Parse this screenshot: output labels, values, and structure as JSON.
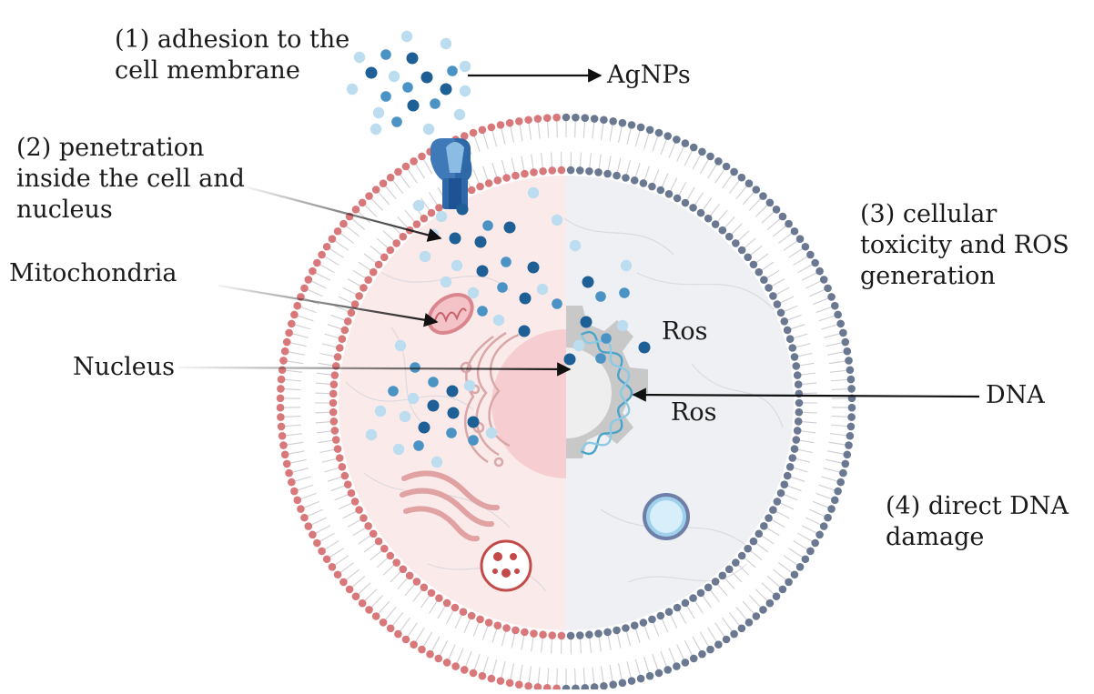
{
  "labels": {
    "adhesion": [
      "(1) adhesion to the",
      "cell membrane"
    ],
    "agnps": "AgNPs",
    "penetration": [
      "(2) penetration",
      "inside the cell and",
      "nucleus"
    ],
    "mitochondria": "Mitochondria",
    "nucleus": "Nucleus",
    "toxicity": [
      "(3) cellular",
      "toxicity and ROS",
      "generation"
    ],
    "ros_1": "Ros",
    "ros_2": "Ros",
    "dna": "DNA",
    "dna_damage": [
      "(4) direct DNA",
      "damage"
    ]
  },
  "colors": {
    "membrane_left": "#d9787a",
    "membrane_right": "#6b7891",
    "cytoplasm_left": "#fbeaea",
    "cytoplasm_right": "#eef0f4",
    "nanoparticle_dark": "#1e5f96",
    "nanoparticle_mid": "#4a93c4",
    "nanoparticle_light": "#bcdcf0",
    "channel": "#3f79b8",
    "mitochondria": "#d9868e",
    "golgi": "#e0a2a2",
    "nucleus_gray": "#c8c8c8",
    "dna_strand": "#4ba3c9",
    "vesicle": "#9fd0ec",
    "lysosome": "#c44a4a",
    "arrow": "#111111"
  },
  "icons": [
    "ion-channel-icon",
    "mitochondria-icon",
    "golgi-icon",
    "lysosome-icon",
    "vesicle-icon",
    "dna-helix-icon"
  ]
}
